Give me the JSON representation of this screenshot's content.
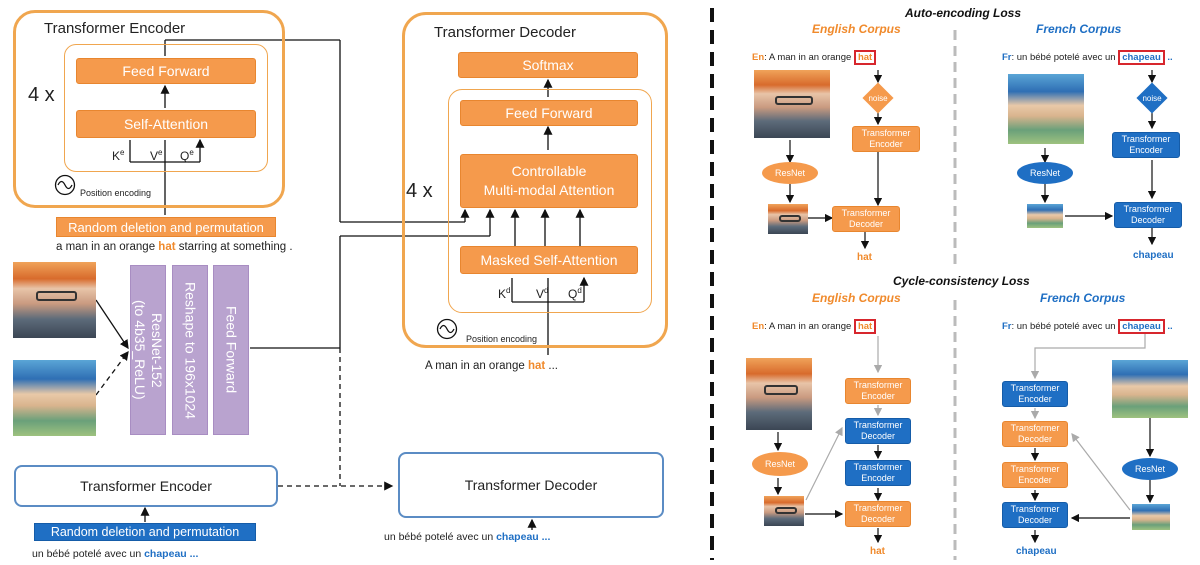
{
  "left": {
    "encoder": {
      "title": "Transformer Encoder",
      "repeat": "4 x",
      "feed_forward": "Feed Forward",
      "self_attention": "Self-Attention",
      "k": "K",
      "k_sup": "e",
      "v": "V",
      "v_sup": "e",
      "q": "Q",
      "q_sup": "e",
      "position_encoding": "Position encoding",
      "random_deletion": "Random deletion and permutation",
      "sentence_before": "a man in an orange ",
      "sentence_word": "hat",
      "sentence_after": " starring at something ."
    },
    "decoder": {
      "title": "Transformer Decoder",
      "softmax": "Softmax",
      "feed_forward": "Feed Forward",
      "repeat": "4 x",
      "cma_line1": "Controllable",
      "cma_line2": "Multi-modal Attention",
      "masked": "Masked Self-Attention",
      "k": "K",
      "k_sup": "d",
      "v": "V",
      "v_sup": "d",
      "q": "Q",
      "q_sup": "d",
      "position_encoding": "Position encoding",
      "sentence_before": "A man in an orange ",
      "sentence_word": "hat",
      "sentence_after": " ..."
    },
    "image_pipeline": {
      "resnet": "ResNet-152\n(to 4b35_ReLU)",
      "reshape": "Reshape to 196x1024",
      "feed_forward": "Feed Forward"
    },
    "bottom": {
      "encoder": "Transformer Encoder",
      "decoder": "Transformer Decoder",
      "random_deletion": "Random deletion and permutation",
      "src_before": "un bébé potelé avec un ",
      "src_word": "chapeau",
      "src_after": " ...",
      "tgt_before": "un bébé potelé avec un ",
      "tgt_word": "chapeau",
      "tgt_after": " ..."
    }
  },
  "right": {
    "auto_title": "Auto-encoding Loss",
    "cycle_title": "Cycle-consistency Loss",
    "english_corpus": "English Corpus",
    "french_corpus": "French Corpus",
    "en_prefix": "En",
    "en_sentence": ": A man in an orange ",
    "en_word": "hat",
    "fr_prefix": "Fr",
    "fr_sentence": ": un bébé potelé avec un ",
    "fr_word": "chapeau",
    "fr_tail": " ..",
    "fr_tail2": " ..",
    "noise": "noise",
    "resnet": "ResNet",
    "enc_l1": "Transformer",
    "enc_l2": "Encoder",
    "dec_l1": "Transformer",
    "dec_l2": "Decoder",
    "out_hat": "hat",
    "out_chapeau": "chapeau"
  },
  "colors": {
    "orange": "#f59a4c",
    "blue": "#1f6fc4",
    "purple": "#b9a3cf",
    "frame_orange": "#f0a64f",
    "frame_blue": "#5b8cc4"
  },
  "icons": [
    "position-encoding-icon",
    "photo-man-icon",
    "photo-baby-icon"
  ]
}
